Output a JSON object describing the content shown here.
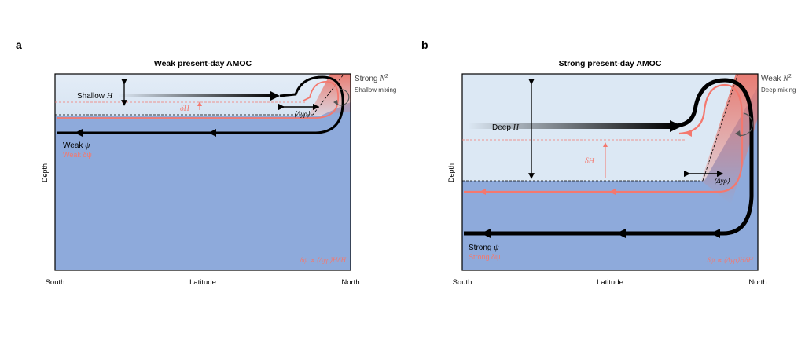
{
  "panels": [
    {
      "letter": "a",
      "title": "Weak present-day AMOC",
      "x_south": "South",
      "x_label": "Latitude",
      "x_north": "North",
      "y_label": "Depth",
      "depth_label_prefix": "Shallow ",
      "depth_symbol": "H",
      "n2_label_prefix": "Strong ",
      "n2_symbol": "N",
      "n2_exp": "2",
      "mixing_label": "Shallow mixing",
      "dh_label": "δH",
      "rho_label": "⟨Δyρ⟩",
      "psi_label_prefix": "Weak ",
      "psi_symbol": "ψ",
      "dpsi_label": "Weak δψ",
      "relation": "δψ ∝ ⟨Δyρ⟩HδH"
    },
    {
      "letter": "b",
      "title": "Strong present-day AMOC",
      "x_south": "South",
      "x_label": "Latitude",
      "x_north": "North",
      "y_label": "Depth",
      "depth_label_prefix": "Deep ",
      "depth_symbol": "H",
      "n2_label_prefix": "Weak ",
      "n2_symbol": "N",
      "n2_exp": "2",
      "mixing_label": "Deep mixing",
      "dh_label": "δH",
      "rho_label": "⟨Δyρ⟩",
      "psi_label_prefix": "Strong ",
      "psi_symbol": "ψ",
      "dpsi_label": "Strong δψ",
      "relation": "δψ ∝ ⟨Δyρ⟩HδH"
    }
  ],
  "colors": {
    "deep_water": "#8eaadb",
    "upper_water": "#dce8f4",
    "circulation": "#000000",
    "perturbation": "#f4786e",
    "frame": "#000000"
  }
}
